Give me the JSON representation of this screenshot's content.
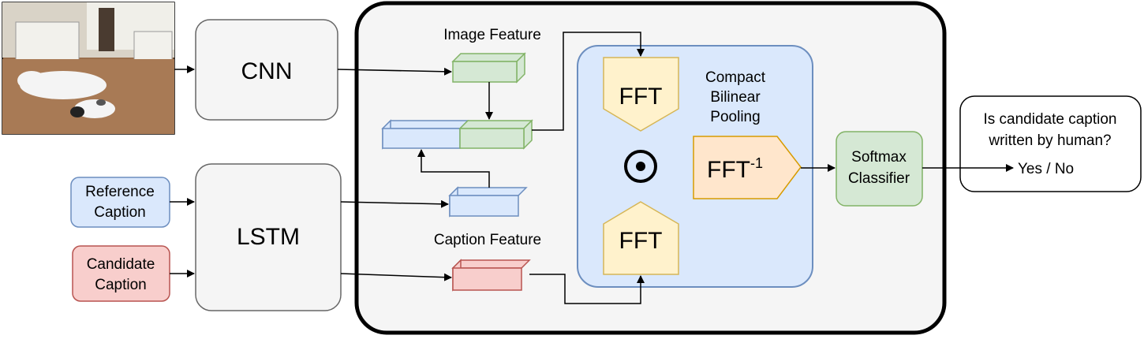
{
  "labels": {
    "cnn": "CNN",
    "lstm": "LSTM",
    "reference_caption": [
      "Reference",
      "Caption"
    ],
    "candidate_caption": [
      "Candidate",
      "Caption"
    ],
    "image_feature": "Image Feature",
    "caption_feature": "Caption Feature",
    "fft_top": "FFT",
    "fft_bottom": "FFT",
    "fft_inverse": "FFT",
    "fft_inverse_sup": "-1",
    "compact_bilinear_pooling": [
      "Compact",
      "Bilinear",
      "Pooling"
    ],
    "softmax_classifier": [
      "Softmax",
      "Classifier"
    ],
    "question": [
      "Is candidate caption",
      "written by human?"
    ],
    "answer": "Yes / No"
  },
  "image": {
    "subject": "photo-two-white-dogs-on-kitchen-floor"
  },
  "colors": {
    "gray_fill": "#f5f5f5",
    "gray_stroke": "#666666",
    "blue_fill": "#dae8fc",
    "blue_stroke": "#6c8ebf",
    "red_fill": "#f8cecc",
    "red_stroke": "#b85450",
    "green_fill": "#d5e8d4",
    "green_stroke": "#82b366",
    "yellow_fill": "#fff2cc",
    "yellow_stroke": "#d6b656",
    "orange_fill": "#ffe6cc",
    "orange_stroke": "#d79b00"
  }
}
